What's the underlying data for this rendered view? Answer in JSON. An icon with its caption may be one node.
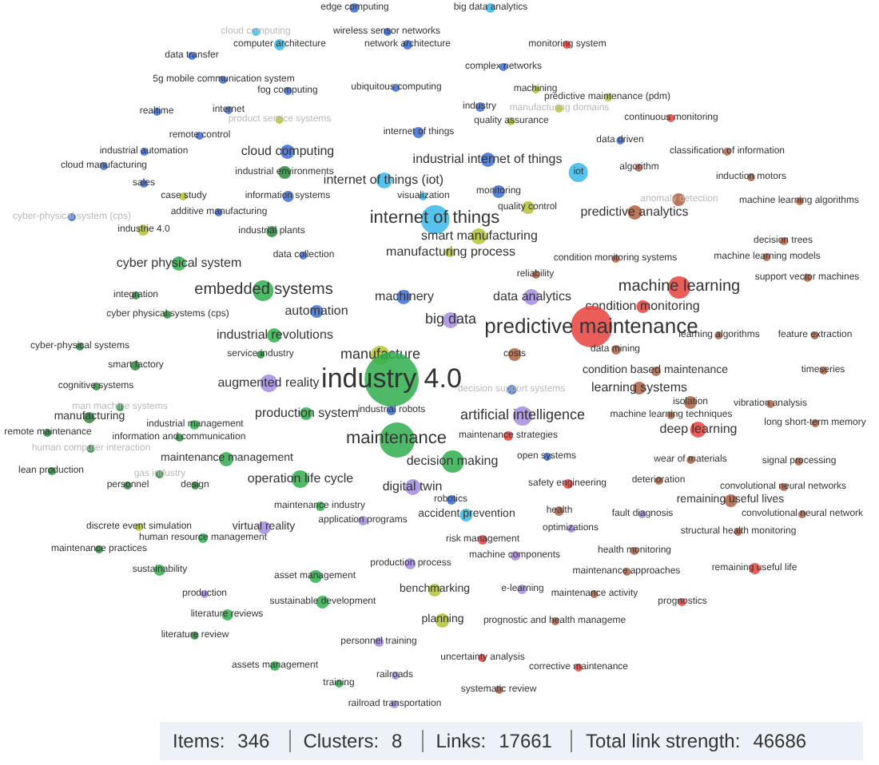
{
  "diagram": {
    "nodes": [
      {
        "text": [
          "edge computing"
        ]
      },
      {
        "text": [
          "big data analytics"
        ]
      },
      {
        "text": [
          "cloud computing"
        ]
      },
      {
        "text": [
          "wireless sensor networks"
        ]
      },
      {
        "text": [
          "computer architecture"
        ]
      },
      {
        "text": [
          "network architecture"
        ]
      },
      {
        "text": [
          "monitoring system"
        ]
      },
      {
        "text": [
          "data transfer"
        ]
      },
      {
        "text": [
          "complex networks"
        ]
      },
      {
        "text": [
          "5g mobile communication system"
        ]
      },
      {
        "text": [
          "fog computing"
        ]
      },
      {
        "text": [
          "ubiquitous computing"
        ]
      },
      {
        "text": [
          "machining"
        ]
      },
      {
        "text": [
          "predictive maintenance (pdm)"
        ]
      },
      {
        "text": [
          "industry"
        ]
      },
      {
        "text": [
          "manufacturing domains"
        ]
      },
      {
        "text": [
          "continuous monitoring"
        ]
      },
      {
        "text": [
          "realtime"
        ]
      },
      {
        "text": [
          "internet"
        ]
      },
      {
        "text": [
          "product service systems"
        ]
      },
      {
        "text": [
          "quality assurance"
        ]
      },
      {
        "text": [
          "remote control"
        ]
      },
      {
        "text": [
          "internet of things"
        ]
      },
      {
        "text": [
          "data driven"
        ]
      },
      {
        "text": [
          "industrial automation"
        ]
      },
      {
        "text": [
          "classification of information"
        ]
      },
      {
        "text": [
          "cloud computing"
        ]
      },
      {
        "text": [
          "cloud manufacturing"
        ]
      },
      {
        "text": [
          "industrial internet of things"
        ]
      },
      {
        "text": [
          "iot"
        ]
      },
      {
        "text": [
          "algorithm"
        ]
      },
      {
        "text": [
          "induction motors"
        ]
      },
      {
        "text": [
          "industrial environments"
        ]
      },
      {
        "text": [
          "sales"
        ]
      },
      {
        "text": [
          "internet of things (iot)"
        ]
      },
      {
        "text": [
          "case study"
        ]
      },
      {
        "text": [
          "information systems"
        ]
      },
      {
        "text": [
          "monitoring"
        ]
      },
      {
        "text": [
          "visualization"
        ]
      },
      {
        "text": [
          "machine learning algorithms"
        ]
      },
      {
        "text": [
          "anomaly detection"
        ]
      },
      {
        "text": [
          "cyber-physical system (cps)"
        ]
      },
      {
        "text": [
          "additive manufacturing"
        ]
      },
      {
        "text": [
          "quality control"
        ]
      },
      {
        "text": [
          "internet of things"
        ]
      },
      {
        "text": [
          "predictive analytics"
        ]
      },
      {
        "text": [
          "industrie 4.0"
        ]
      },
      {
        "text": [
          "industrial plants"
        ]
      },
      {
        "text": [
          "smart manufacturing"
        ]
      },
      {
        "text": [
          "decision trees"
        ]
      },
      {
        "text": [
          "manufacturing process"
        ]
      },
      {
        "text": [
          "condition monitoring systems"
        ]
      },
      {
        "text": [
          "machine learning models"
        ]
      },
      {
        "text": [
          "data collection"
        ]
      },
      {
        "text": [
          "cyber physical system"
        ]
      },
      {
        "text": [
          "reliability"
        ]
      },
      {
        "text": [
          "machine learning"
        ]
      },
      {
        "text": [
          "support vector machines"
        ]
      },
      {
        "text": [
          "embedded systems"
        ]
      },
      {
        "text": [
          "machinery"
        ]
      },
      {
        "text": [
          "data analytics"
        ]
      },
      {
        "text": [
          "condition monitoring"
        ]
      },
      {
        "text": [
          "automation"
        ]
      },
      {
        "text": [
          "big data"
        ]
      },
      {
        "text": [
          "predictive maintenance"
        ]
      },
      {
        "text": [
          "integration"
        ]
      },
      {
        "text": [
          "cyber physical systems (cps)"
        ]
      },
      {
        "text": [
          "industrial revolutions"
        ]
      },
      {
        "text": [
          "learning algorithms"
        ]
      },
      {
        "text": [
          "feature extraction"
        ]
      },
      {
        "text": [
          "data mining"
        ]
      },
      {
        "text": [
          "costs"
        ]
      },
      {
        "text": [
          "service industry"
        ]
      },
      {
        "text": [
          "manufacture"
        ]
      },
      {
        "text": [
          "cyber-physical systems"
        ]
      },
      {
        "text": [
          "smart factory"
        ]
      },
      {
        "text": [
          "condition based maintenance"
        ]
      },
      {
        "text": [
          "timeseries"
        ]
      },
      {
        "text": [
          "industry 4.0"
        ]
      },
      {
        "text": [
          "cognitive systems"
        ]
      },
      {
        "text": [
          "decision support systems"
        ]
      },
      {
        "text": [
          "learning systems"
        ]
      },
      {
        "text": [
          "augmented reality"
        ]
      },
      {
        "text": [
          "isolation"
        ]
      },
      {
        "text": [
          "vibration analysis"
        ]
      },
      {
        "text": [
          "industrial robots"
        ]
      },
      {
        "text": [
          "man machine systems"
        ]
      },
      {
        "text": [
          "manufacturing"
        ]
      },
      {
        "text": [
          "production system"
        ]
      },
      {
        "text": [
          "industrial management"
        ]
      },
      {
        "text": [
          "artificial intelligence"
        ]
      },
      {
        "text": [
          "machine learning techniques"
        ]
      },
      {
        "text": [
          "long short-term memory"
        ]
      },
      {
        "text": [
          "remote maintenance"
        ]
      },
      {
        "text": [
          "information and communication"
        ]
      },
      {
        "text": [
          "maintenance"
        ]
      },
      {
        "text": [
          "maintenance strategies"
        ]
      },
      {
        "text": [
          "deep learning"
        ]
      },
      {
        "text": [
          "human computer interaction"
        ]
      },
      {
        "text": [
          "open systems"
        ]
      },
      {
        "text": [
          "decision making"
        ]
      },
      {
        "text": [
          "maintenance management"
        ]
      },
      {
        "text": [
          "wear of materials"
        ]
      },
      {
        "text": [
          "signal processing"
        ]
      },
      {
        "text": [
          "lean production"
        ]
      },
      {
        "text": [
          "gas industry"
        ]
      },
      {
        "text": [
          "digital twin"
        ]
      },
      {
        "text": [
          "operation life cycle"
        ]
      },
      {
        "text": [
          "personnel"
        ]
      },
      {
        "text": [
          "design"
        ]
      },
      {
        "text": [
          "robotics"
        ]
      },
      {
        "text": [
          "safety engineering"
        ]
      },
      {
        "text": [
          "deterioration"
        ]
      },
      {
        "text": [
          "convolutional neural networks"
        ]
      },
      {
        "text": [
          "remaining useful lives"
        ]
      },
      {
        "text": [
          "maintenance industry"
        ]
      },
      {
        "text": [
          "health"
        ]
      },
      {
        "text": [
          "accident prevention"
        ]
      },
      {
        "text": [
          "fault diagnosis"
        ]
      },
      {
        "text": [
          "discrete event simulation"
        ]
      },
      {
        "text": [
          "virtual reality"
        ]
      },
      {
        "text": [
          "application programs"
        ]
      },
      {
        "text": [
          "convolutional neural network"
        ]
      },
      {
        "text": [
          "human resource management"
        ]
      },
      {
        "text": [
          "risk management"
        ]
      },
      {
        "text": [
          "maintenance practices"
        ]
      },
      {
        "text": [
          "optimizations"
        ]
      },
      {
        "text": [
          "structural health monitoring"
        ]
      },
      {
        "text": [
          "machine components"
        ]
      },
      {
        "text": [
          "health monitoring"
        ]
      },
      {
        "text": [
          "production process"
        ]
      },
      {
        "text": [
          "sustainability"
        ]
      },
      {
        "text": [
          "asset management"
        ]
      },
      {
        "text": [
          "maintenance approaches"
        ]
      },
      {
        "text": [
          "remaining useful life"
        ]
      },
      {
        "text": [
          "benchmarking"
        ]
      },
      {
        "text": [
          "e-learning"
        ]
      },
      {
        "text": [
          "maintenance activity"
        ]
      },
      {
        "text": [
          "production"
        ]
      },
      {
        "text": [
          "sustainable development"
        ]
      },
      {
        "text": [
          "prognostics"
        ]
      },
      {
        "text": [
          "literature reviews"
        ]
      },
      {
        "text": [
          "planning"
        ]
      },
      {
        "text": [
          "prognostic and health manageme"
        ]
      },
      {
        "text": [
          "literature review"
        ]
      },
      {
        "text": [
          "personnel training"
        ]
      },
      {
        "text": [
          "uncertainty analysis"
        ]
      },
      {
        "text": [
          "assets management"
        ]
      },
      {
        "text": [
          "railroads"
        ]
      },
      {
        "text": [
          "corrective maintenance"
        ]
      },
      {
        "text": [
          "training"
        ]
      },
      {
        "text": [
          "systematic review"
        ]
      },
      {
        "text": [
          "railroad transportation"
        ]
      }
    ],
    "labels": [
      "Items:",
      "346",
      "Clusters:",
      "8",
      "Links:",
      "17661",
      "Total link strength:",
      "46686"
    ]
  }
}
